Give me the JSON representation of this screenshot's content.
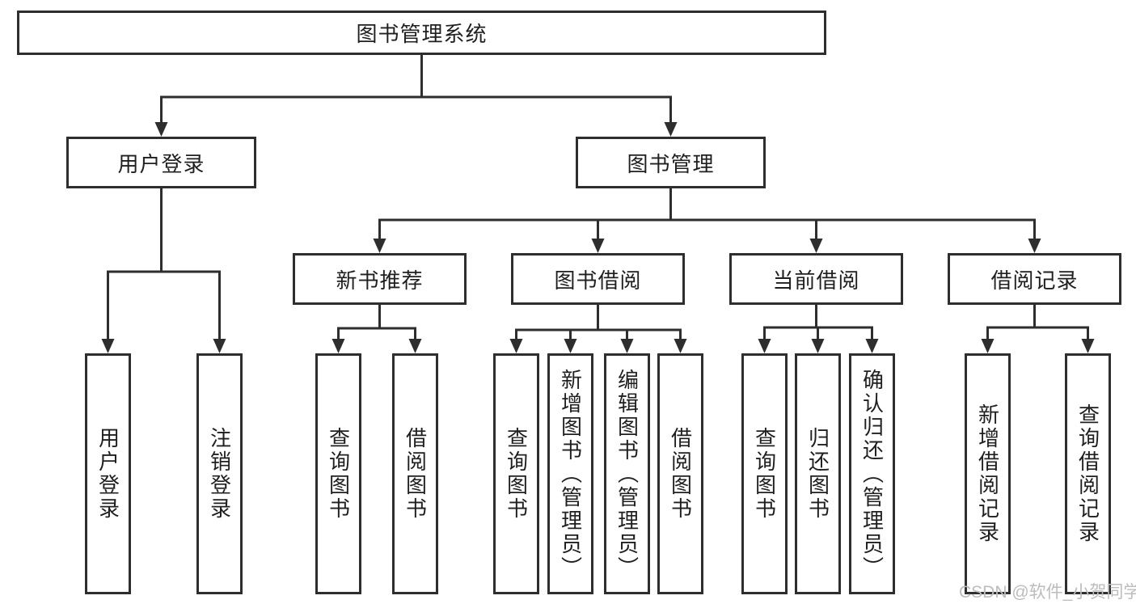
{
  "diagram": {
    "root": {
      "label": "图书管理系统"
    },
    "user_login": {
      "label": "用户登录",
      "leaves": [
        {
          "label": "用户登录"
        },
        {
          "label": "注销登录"
        }
      ]
    },
    "book_management": {
      "label": "图书管理",
      "sections": [
        {
          "label": "新书推荐",
          "leaves": [
            {
              "label": "查询图书"
            },
            {
              "label": "借阅图书"
            }
          ]
        },
        {
          "label": "图书借阅",
          "leaves": [
            {
              "label": "查询图书"
            },
            {
              "label": "新增图书（管理员）"
            },
            {
              "label": "编辑图书（管理员）"
            },
            {
              "label": "借阅图书"
            }
          ]
        },
        {
          "label": "当前借阅",
          "leaves": [
            {
              "label": "查询图书"
            },
            {
              "label": "归还图书"
            },
            {
              "label": "确认归还（管理员）"
            }
          ]
        },
        {
          "label": "借阅记录",
          "leaves": [
            {
              "label": "新增借阅记录"
            },
            {
              "label": "查询借阅记录"
            }
          ]
        }
      ]
    },
    "watermark": "CSDN @软件_小贺同学",
    "colors": {
      "line": "#2e2e2e",
      "text": "#1f1f1f",
      "watermark": "#bcbcbc",
      "background": "#ffffff"
    }
  }
}
